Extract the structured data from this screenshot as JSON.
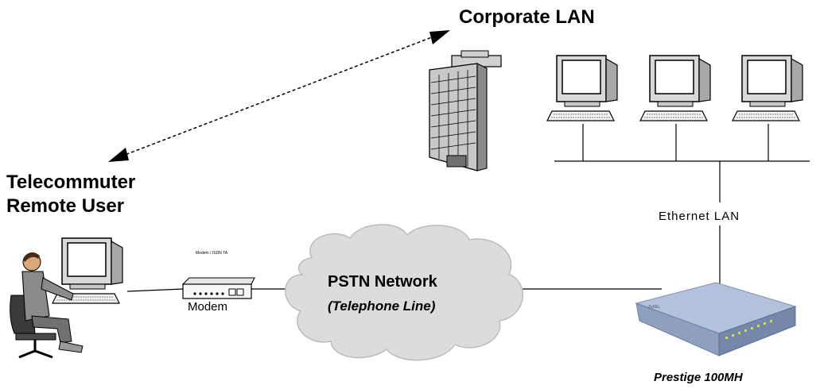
{
  "labels": {
    "corporate_lan": "Corporate LAN",
    "telecommuter_line1": "Telecommuter",
    "telecommuter_line2": "Remote User",
    "ethernet_lan": "Ethernet LAN",
    "pstn_title": "PSTN Network",
    "pstn_subtitle": "(Telephone Line)",
    "modem": "Modem",
    "modem_tag": "Modem / ISDN TA",
    "router_name": "Prestige 100MH",
    "router_brand": "ZyXEL"
  },
  "icons": {
    "building": "office-building-icon",
    "workstation": "desktop-computer-icon",
    "user": "seated-user-icon",
    "modem": "modem-icon",
    "cloud": "cloud-network-icon",
    "router": "router-icon"
  },
  "colors": {
    "line": "#000000",
    "cloud_fill": "#dcdcdc",
    "router_body": "#9fb0d0",
    "router_led": "#c8e060",
    "building_fill": "#bdbdbd"
  }
}
